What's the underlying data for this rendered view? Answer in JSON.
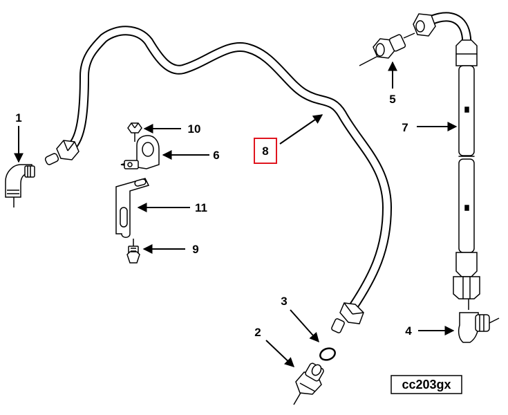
{
  "diagram": {
    "callouts": [
      {
        "id": "c1",
        "text": "1"
      },
      {
        "id": "c2",
        "text": "2"
      },
      {
        "id": "c3",
        "text": "3"
      },
      {
        "id": "c4",
        "text": "4"
      },
      {
        "id": "c5",
        "text": "5"
      },
      {
        "id": "c6",
        "text": "6"
      },
      {
        "id": "c7",
        "text": "7"
      },
      {
        "id": "c8",
        "text": "8"
      },
      {
        "id": "c9",
        "text": "9"
      },
      {
        "id": "c10",
        "text": "10"
      },
      {
        "id": "c11",
        "text": "11"
      }
    ],
    "highlighted_callout": "8",
    "highlight_color": "#e0141e",
    "line_color": "#000000",
    "figure_code": "cc203gx"
  }
}
